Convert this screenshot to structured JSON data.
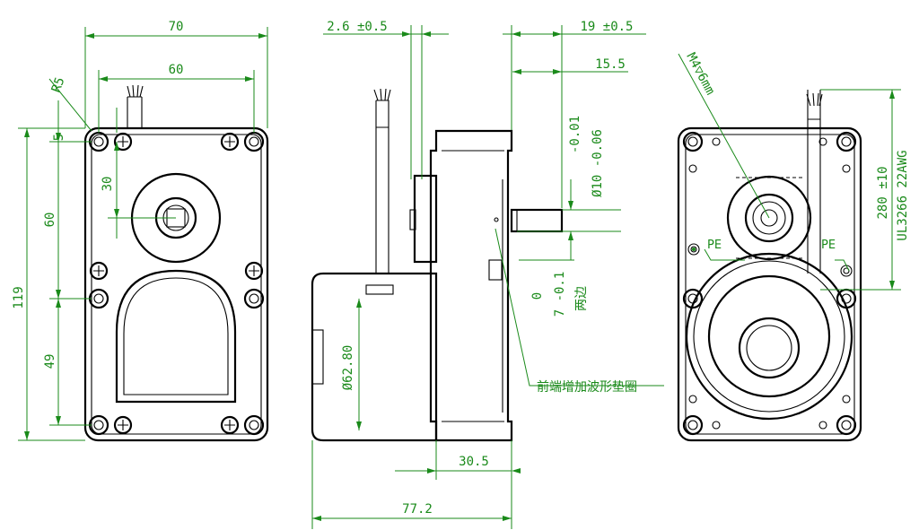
{
  "colors": {
    "dimension": "#1a8a1a",
    "outline": "#000000",
    "background": "#ffffff"
  },
  "left_view": {
    "width_overall": "70",
    "width_holes": "60",
    "corner_radius": "R5",
    "top_offset": "5",
    "shaft_offset": "30",
    "hole_spacing_upper": "60",
    "height_overall": "119",
    "hole_spacing_lower": "49"
  },
  "side_view": {
    "flange_thickness": "2.6 ±0.5",
    "shaft_length": "19 ±0.5",
    "shaft_flat": "15.5",
    "shaft_tolerance_upper": "-0.01",
    "shaft_diameter": "Ø10 -0.06",
    "flat_tolerance_zero": "0",
    "flat_depth": "7 -0.1",
    "flat_note": "两边",
    "motor_diameter": "Ø62.80",
    "gearbox_depth": "30.5",
    "total_depth": "77.2",
    "washer_note": "前端增加波形垫圈"
  },
  "right_view": {
    "thread_spec": "M4▽6mm",
    "lead_length": "280 ±10",
    "wire_spec": "UL3266 22AWG",
    "pe_left": "PE",
    "pe_right": "PE"
  }
}
